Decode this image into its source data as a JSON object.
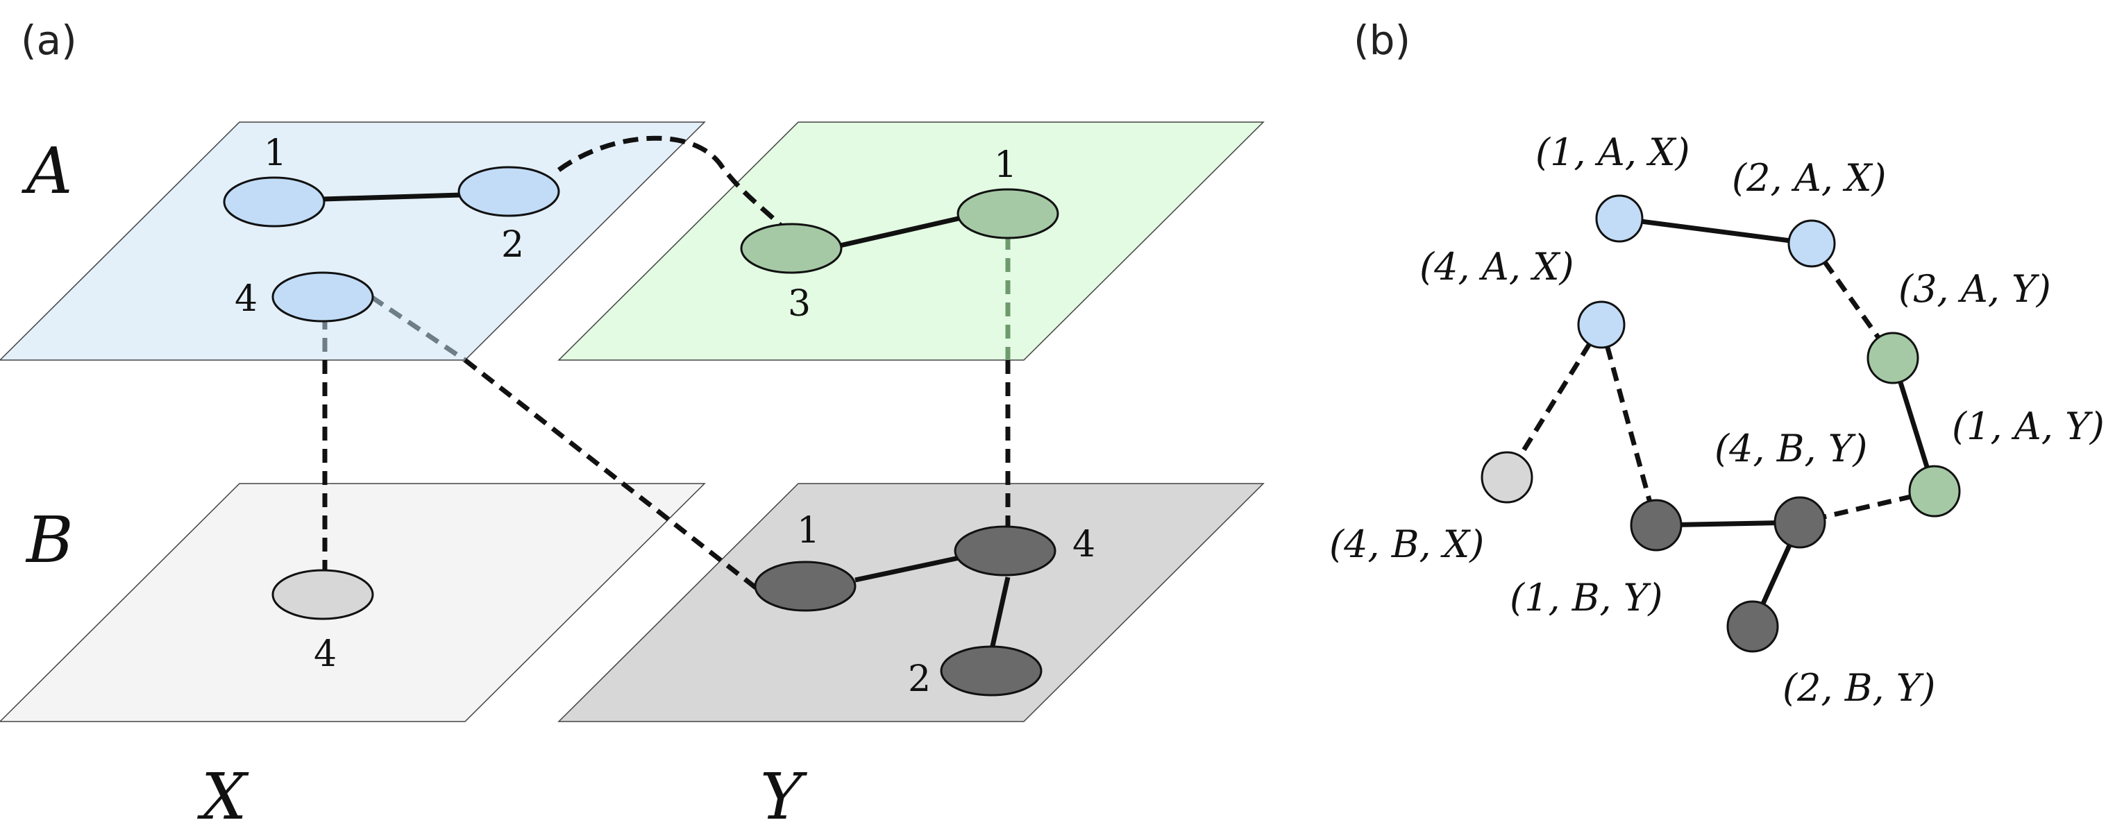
{
  "panel_a": {
    "label": "(a)",
    "layer_labels": {
      "a": "A",
      "b": "B"
    },
    "aspect_labels": {
      "x": "X",
      "y": "Y"
    },
    "node_labels": {
      "ax1": "1",
      "ax2": "2",
      "ax4": "4",
      "ay1": "1",
      "ay3": "3",
      "bx4": "4",
      "by1": "1",
      "by2": "2",
      "by4": "4"
    }
  },
  "panel_b": {
    "label": "(b)",
    "node_labels": {
      "ax1": "(1, A, X)",
      "ax2": "(2, A, X)",
      "ax4": "(4, A, X)",
      "ay3": "(3, A, Y)",
      "ay1": "(1, A, Y)",
      "by4": "(4, B, Y)",
      "bx4": "(4, B, X)",
      "by1": "(1, B, Y)",
      "by2": "(2, B, Y)"
    }
  },
  "colors": {
    "layer_ax": "#e3f0fa",
    "layer_ay": "#e2fbe2",
    "layer_bx": "#f4f4f4",
    "layer_by": "#d7d7d7",
    "node_ax": "#c2dcf7",
    "node_ay": "#a5c9a5",
    "node_bx": "#d7d7d7",
    "node_by": "#6a6a6a",
    "interlayer_grey": "#6e7e86",
    "interlayer_green": "#6e9a6e"
  }
}
